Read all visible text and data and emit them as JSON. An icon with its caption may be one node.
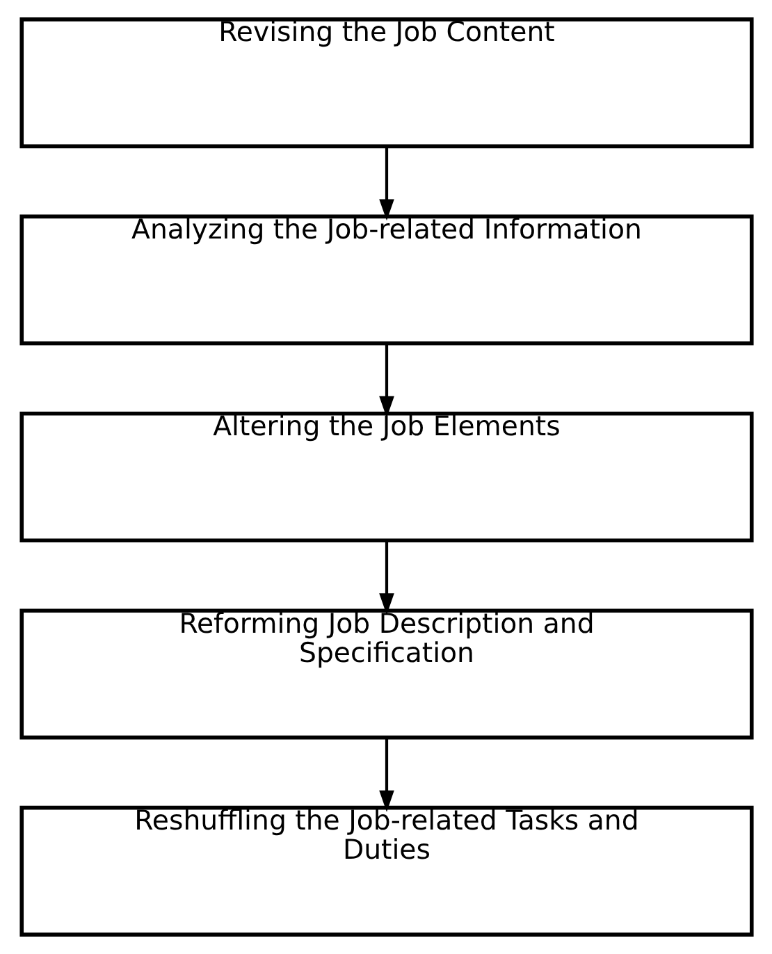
{
  "diagram": {
    "nodes": [
      {
        "text": [
          "Revising the Job Content"
        ]
      },
      {
        "text": [
          "Analyzing the Job-related Information"
        ]
      },
      {
        "text": [
          "Altering the Job Elements"
        ]
      },
      {
        "text": [
          "Reforming Job Description and Specification"
        ]
      },
      {
        "text": [
          "Reshuffling the Job-related Tasks and Duties"
        ]
      }
    ],
    "edges": [
      {
        "from": 0,
        "to": 1,
        "arrow": "to"
      },
      {
        "from": 1,
        "to": 2,
        "arrow": "to"
      },
      {
        "from": 2,
        "to": 3,
        "arrow": "to"
      },
      {
        "from": 3,
        "to": 4,
        "arrow": "to"
      }
    ]
  }
}
